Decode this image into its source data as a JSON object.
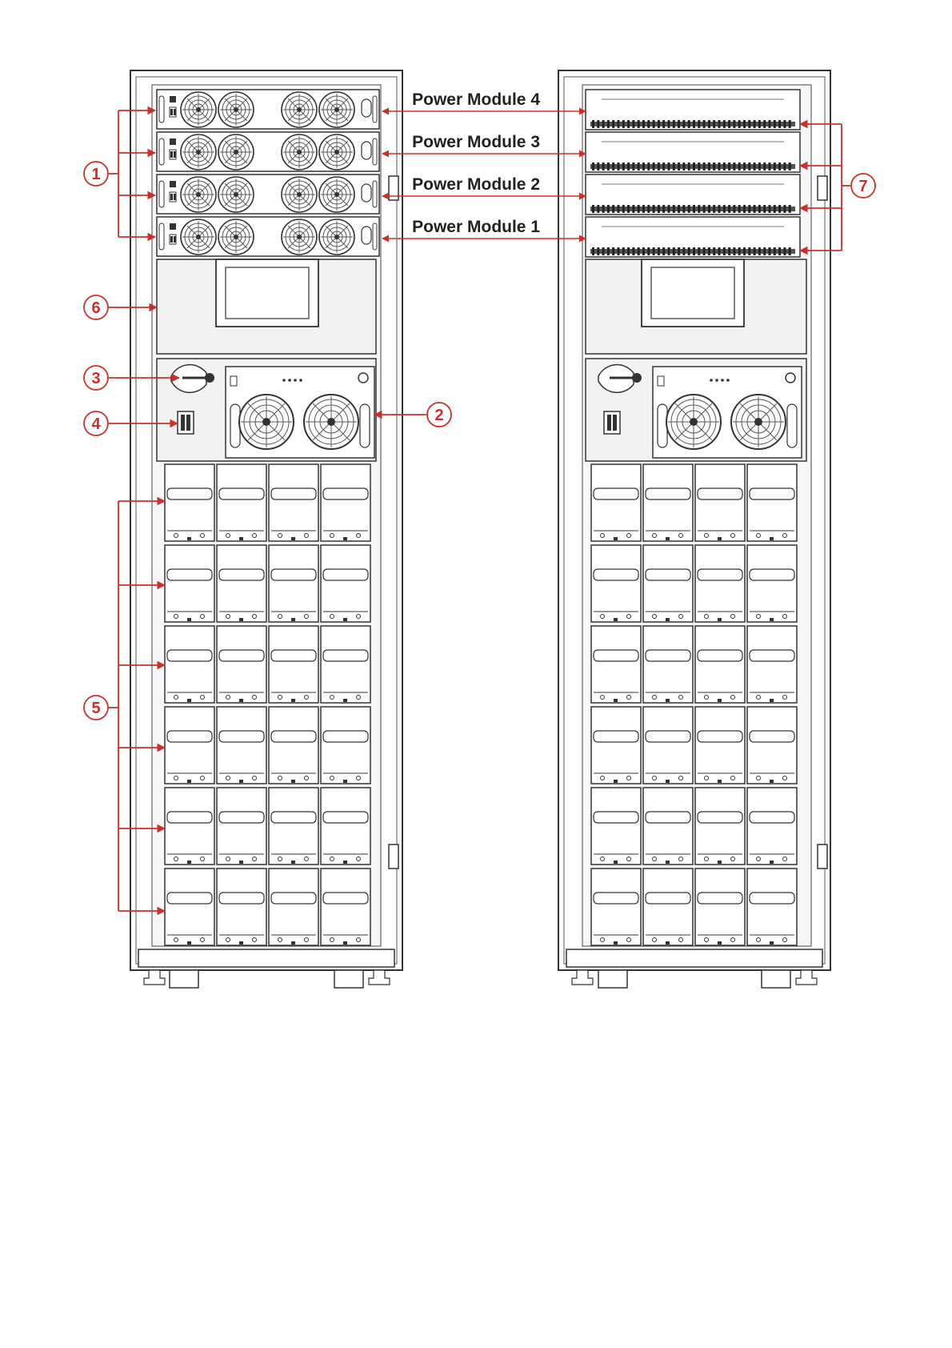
{
  "labels": {
    "power_module_4": "Power Module 4",
    "power_module_3": "Power Module 3",
    "power_module_2": "Power Module 2",
    "power_module_1": "Power Module 1"
  },
  "callouts": {
    "c1": "1",
    "c2": "2",
    "c3": "3",
    "c4": "4",
    "c5": "5",
    "c6": "6",
    "c7": "7"
  },
  "colors": {
    "callout_red": "#c9302c",
    "line_dark": "#333333",
    "panel_fill": "#f2f2f2"
  },
  "counts": {
    "power_modules": 4,
    "battery_rows": 6,
    "batteries_per_row": 4
  }
}
